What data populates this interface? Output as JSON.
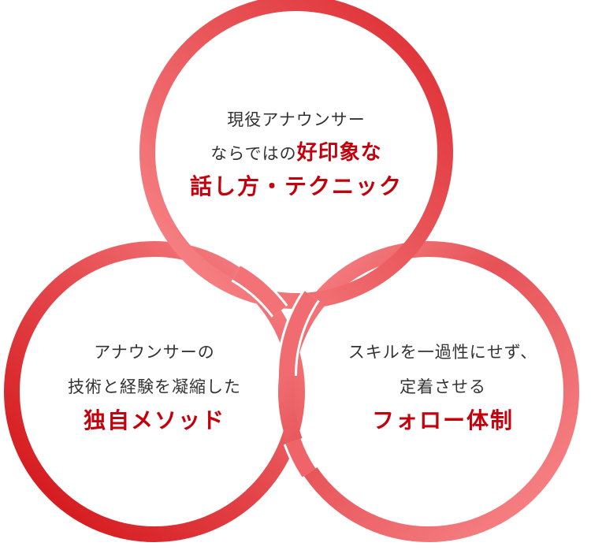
{
  "colors": {
    "ring_dark": "#d20f14",
    "ring_mid": "#e5494d",
    "ring_light": "#f7868a",
    "text": "#333333",
    "emphasis": "#c4000c",
    "background": "#ffffff"
  },
  "circles": {
    "top": {
      "lines": [
        "現役アナウンサー",
        "ならではの"
      ],
      "inline_emphasis": "好印象な",
      "emphasis": "話し方・テクニック"
    },
    "left": {
      "lines": [
        "アナウンサーの",
        "技術と経験を凝縮した"
      ],
      "emphasis": "独自メソッド"
    },
    "right": {
      "lines": [
        "スキルを一過性にせず、",
        "定着させる"
      ],
      "emphasis": "フォロー体制"
    }
  }
}
